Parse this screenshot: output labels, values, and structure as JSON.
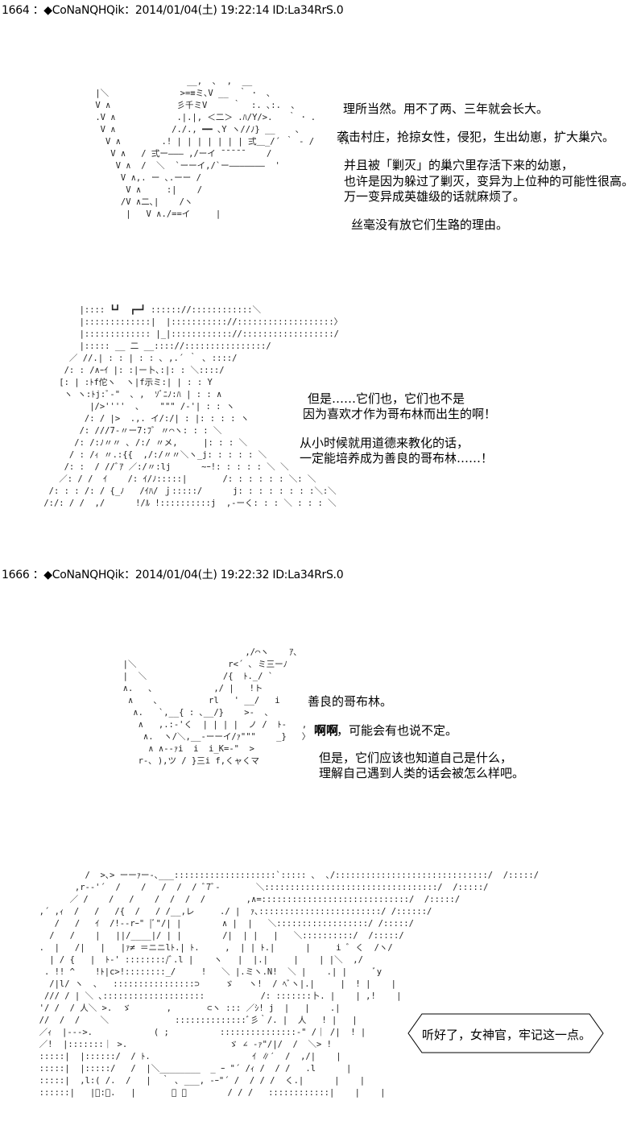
{
  "posts": [
    {
      "header": "1664 ：◆CoNaNQHQik：2014/01/04(土) 19:22:14 ID:La34RrS.0",
      "lines": [
        "理所当然。用不了两、三年就会长大。",
        "袭击村庄，抢掠女性，侵犯，生出幼崽，扩大巢穴。",
        "并且被「剿灭」的巢穴里存活下来的幼崽，",
        "也许是因为躲过了剿灭，变异为上位种的可能性很高。",
        "万一变异成英雄级的话就麻烦了。",
        "丝毫没有放它们生路的理由。",
        "但是……它们也，它们也不是",
        "因为喜欢才作为哥布林而出生的啊！",
        "从小时候就用道德来教化的话，",
        "一定能培养成为善良的哥布林……！"
      ]
    },
    {
      "header": "1666 ：◆CoNaNQHQik：2014/01/04(土) 19:22:32 ID:La34RrS.0",
      "lines": [
        "善良的哥布林。",
        "啊啊",
        "，可能会有也说不定。",
        "但是，它们应该也知道自己是什么，",
        "理解自己遇到人类的话会被怎么样吧。"
      ],
      "bubble": "听好了，女神官，牢记这一点。"
    }
  ]
}
